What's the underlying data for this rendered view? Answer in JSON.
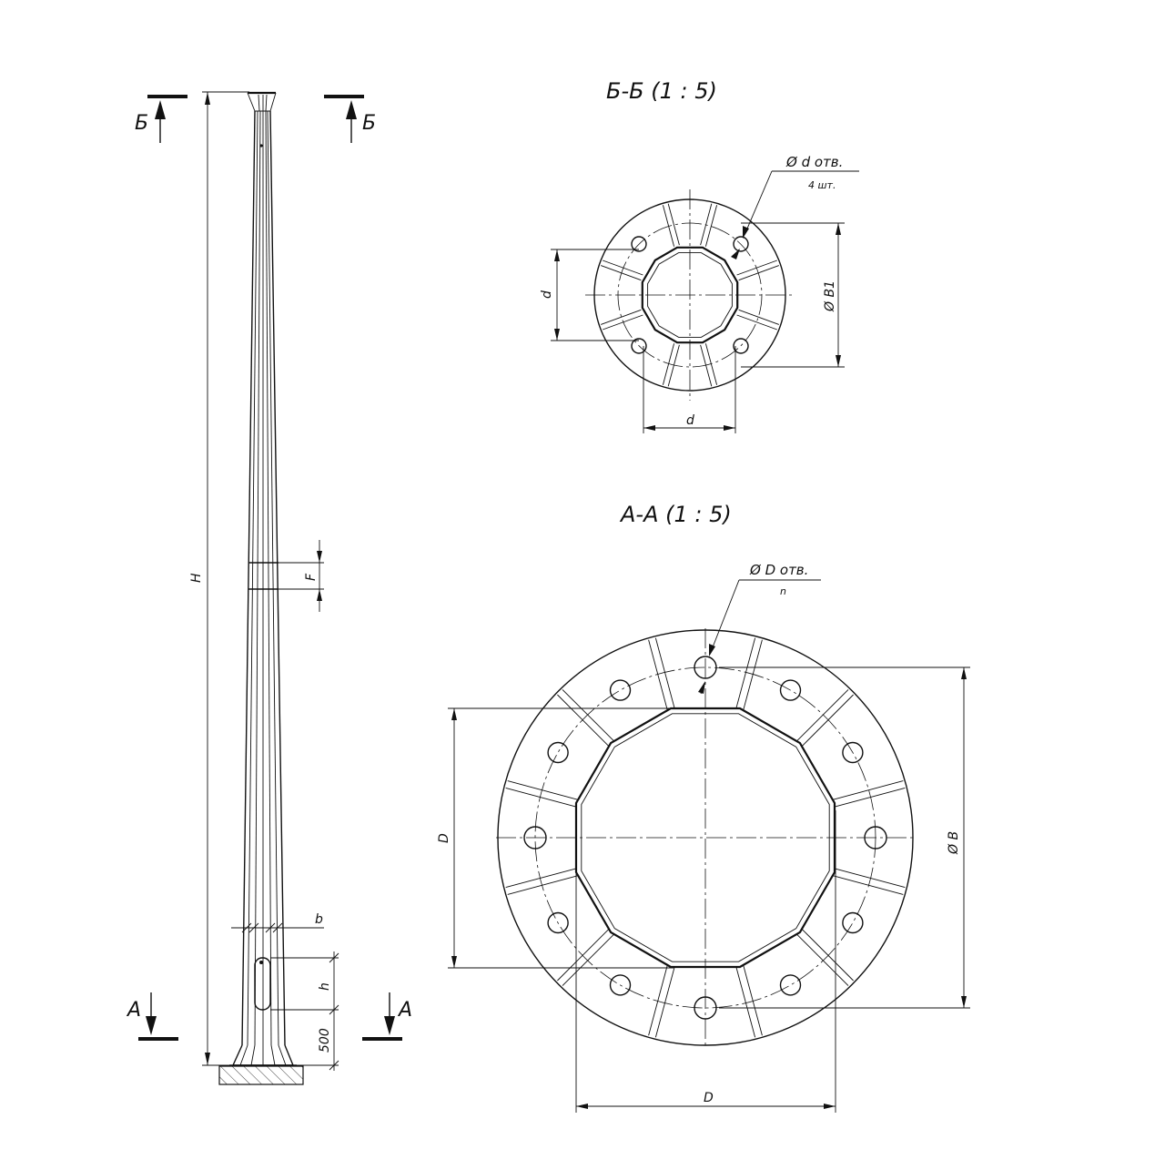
{
  "labels": {
    "section_b_title": "Б-Б (1 : 5)",
    "section_a_title": "А-А (1 : 5)",
    "cut_b_left": "Б",
    "cut_b_right": "Б",
    "cut_a_left": "А",
    "cut_a_right": "А",
    "dim_height": "H",
    "dim_flange_gap": "F",
    "dim_wall": "b",
    "dim_hatch_height": "h",
    "dim_hatch_offset": "500",
    "dim_small_hole": "Ø d отв.",
    "dim_small_hole_count": "4 шт.",
    "dim_small_spacing_v": "d",
    "dim_small_spacing_h": "d",
    "dim_small_bolt_circle": "Ø B1",
    "dim_large_hole": "Ø D отв.",
    "dim_large_hole_count": "n",
    "dim_large_span_v": "D",
    "dim_large_span_h": "D",
    "dim_large_bolt_circle": "Ø B"
  }
}
